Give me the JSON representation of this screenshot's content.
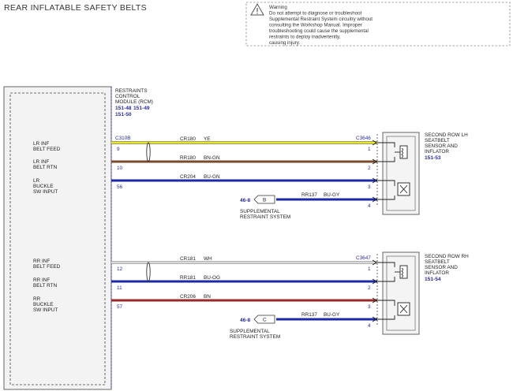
{
  "title": "REAR INFLATABLE SAFETY BELTS",
  "warning": {
    "heading": "Warning",
    "lines": [
      "Do not attempt to diagnose or troubleshoot",
      "Supplemental Restraint System circuitry without",
      "consulting the Workshop Manual. Improper",
      "troubleshooting could cause the supplemental",
      "restraints to deploy inadvertently,",
      "causing injury."
    ]
  },
  "rcm": {
    "label_lines": [
      "RESTRAINTS",
      "CONTROL",
      "MODULE (RCM)"
    ],
    "refs_line1": [
      "151-48",
      "151-49"
    ],
    "refs_line2": "151-50",
    "pin_labels": [
      [
        "LR INF",
        "BELT FEED"
      ],
      [
        "LR INF",
        "BELT RTN"
      ],
      [
        "LR",
        "BUCKLE",
        "SW INPUT"
      ],
      [
        "RR INF",
        "BELT FEED"
      ],
      [
        "RR INF",
        "BELT RTN"
      ],
      [
        "RR",
        "BUCKLE",
        "SW INPUT"
      ]
    ],
    "connector": "C310B"
  },
  "circuits": [
    {
      "pin": "9",
      "circuit": "CR180",
      "color_code": "YE",
      "wire_color": "#e8e62a",
      "right_pin": "1"
    },
    {
      "pin": "10",
      "circuit": "RR180",
      "color_code": "BN-GN",
      "wire_color": "#7a4a2a",
      "right_pin": "2"
    },
    {
      "pin": "56",
      "circuit": "CR204",
      "color_code": "BU-GN",
      "wire_color": "#1a2aa8",
      "right_pin": "3"
    },
    {
      "pin": "12",
      "circuit": "CR181",
      "color_code": "WH",
      "wire_color": "#d8d8d8",
      "right_pin": "1"
    },
    {
      "pin": "11",
      "circuit": "RR181",
      "color_code": "BU-OG",
      "wire_color": "#1a2aa8",
      "right_pin": "2"
    },
    {
      "pin": "57",
      "circuit": "CR206",
      "color_code": "BN",
      "wire_color": "#9a2a2a",
      "right_pin": "3"
    }
  ],
  "supplemental": [
    {
      "ref": "46-8",
      "letter": "B",
      "circuit": "RR137",
      "color_code": "BU-GY",
      "right_pin": "4",
      "label_lines": [
        "SUPPLEMENTAL",
        "RESTRAINT SYSTEM"
      ],
      "wire_color": "#1a2aa8"
    },
    {
      "ref": "46-8",
      "letter": "C",
      "circuit": "RR137",
      "color_code": "BU-GY",
      "right_pin": "4",
      "label_lines": [
        "SUPPLEMENTAL",
        "RESTRAINT SYSTEM"
      ],
      "wire_color": "#1a2aa8"
    }
  ],
  "sensors": [
    {
      "connector": "C3646",
      "label_lines": [
        "SECOND ROW LH",
        "SEATBELT",
        "SENSOR AND",
        "INFLATOR"
      ],
      "ref": "151-53"
    },
    {
      "connector": "C3647",
      "label_lines": [
        "SECOND ROW RH",
        "SEATBELT",
        "SENSOR AND",
        "INFLATOR"
      ],
      "ref": "151-54"
    }
  ]
}
